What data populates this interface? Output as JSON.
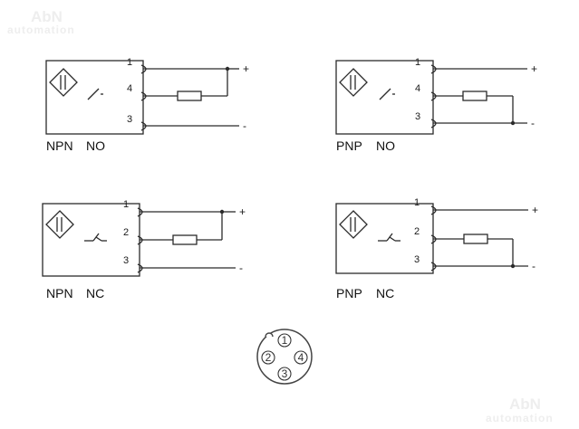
{
  "watermark": {
    "brand": "AbN",
    "sub": "automation"
  },
  "diagrams": [
    {
      "id": "npn-no",
      "type": "NPN",
      "mode": "NO",
      "switch": "no",
      "pins": [
        "1",
        "4",
        "3"
      ],
      "load_between": [
        "4",
        "1"
      ],
      "plus": "+",
      "minus": "-"
    },
    {
      "id": "pnp-no",
      "type": "PNP",
      "mode": "NO",
      "switch": "no",
      "pins": [
        "1",
        "4",
        "3"
      ],
      "load_between": [
        "4",
        "3"
      ],
      "plus": "+",
      "minus": "-"
    },
    {
      "id": "npn-nc",
      "type": "NPN",
      "mode": "NC",
      "switch": "nc",
      "pins": [
        "1",
        "2",
        "3"
      ],
      "load_between": [
        "2",
        "1"
      ],
      "plus": "+",
      "minus": "-"
    },
    {
      "id": "pnp-nc",
      "type": "PNP",
      "mode": "NC",
      "switch": "nc",
      "pins": [
        "1",
        "2",
        "3"
      ],
      "load_between": [
        "2",
        "3"
      ],
      "plus": "+",
      "minus": "-"
    }
  ],
  "connector": {
    "pins": [
      "1",
      "2",
      "3",
      "4"
    ]
  }
}
